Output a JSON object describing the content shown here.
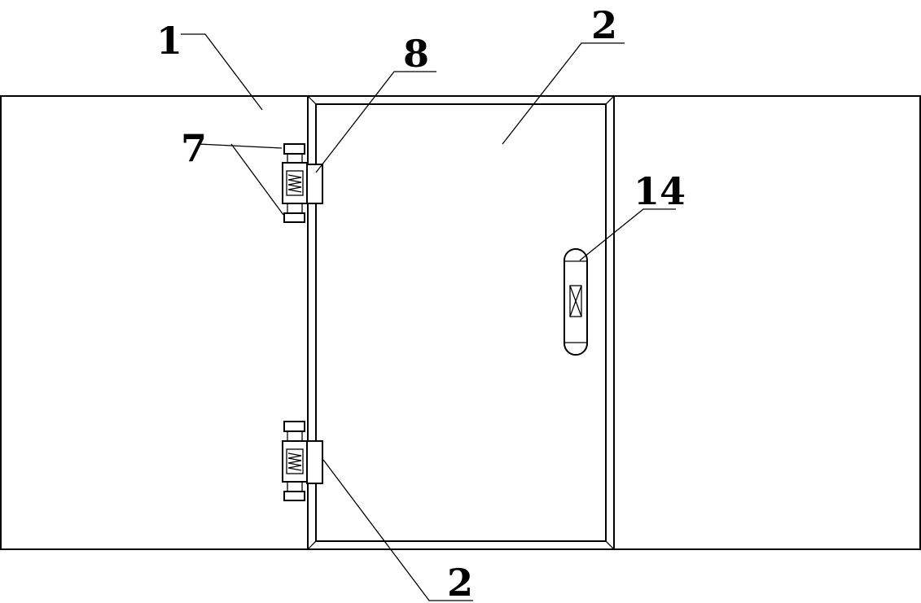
{
  "labels": {
    "cabinet": "1",
    "door_top": "2",
    "door_bottom": "2",
    "stop_block": "7",
    "hinge_assembly": "8",
    "handle": "14"
  }
}
